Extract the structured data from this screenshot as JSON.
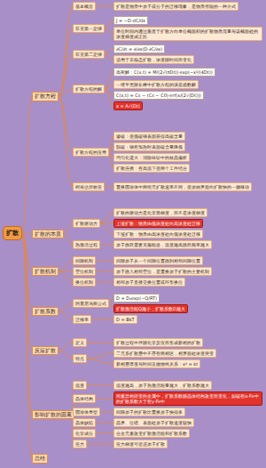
{
  "diagram": {
    "nodes": [
      {
        "text": [
          "扩散"
        ]
      },
      {
        "text": [
          "扩散方程"
        ]
      },
      {
        "text": [
          "基本概念"
        ]
      },
      {
        "text": [
          "扩散是物质中原子或分子的迁移现象，是物质传输的一种方式"
        ]
      },
      {
        "text": [
          "菲克第一定律"
        ]
      },
      {
        "text": [
          "J = −D·dC/dx"
        ]
      },
      {
        "text": [
          "单位时间内通过垂直于扩散方向单位截面积的扩散物质流量与该截面处的浓度梯度成正比"
        ]
      },
      {
        "text": [
          "菲克第二定律"
        ]
      },
      {
        "text": [
          "∂C/∂t = ∂/∂x(D·∂C/∂x)"
        ]
      },
      {
        "text": [
          "适用于非稳态扩散，浓度随时间而变化"
        ]
      },
      {
        "text": [
          "扩散方程的解"
        ]
      },
      {
        "text": [
          "高斯解：C(x,t) = M/(2√(πDt))·exp(−x²/(4Dt))"
        ]
      },
      {
        "text": [
          "一维半无限长棒中扩散方程的误差函数解"
        ]
      },
      {
        "text": [
          "C(x,t) = Cs − (Cs − C0)·erf(x/(2√(Dt)))"
        ]
      },
      {
        "text": [
          "x = A√(Dt)"
        ]
      },
      {
        "text": [
          "扩散方程的应用"
        ]
      },
      {
        "text": [
          "渗碳：使低碳钢表面获得高碳含量"
        ]
      },
      {
        "text": [
          "脱碳：钢在加热时表面碳含量降低"
        ]
      },
      {
        "text": [
          "均匀化退火：消除铸锭中的枝晶偏析"
        ]
      },
      {
        "text": [
          "扩散连接：在高温下使两个工件结合"
        ]
      },
      {
        "text": [
          "柯肯达尔效应"
        ]
      },
      {
        "text": [
          "置换固溶体中两组元扩散速率不同，使原始界面向扩散快的一侧移动"
        ]
      },
      {
        "text": [
          "扩散的本质"
        ]
      },
      {
        "text": [
          "扩散驱动力"
        ]
      },
      {
        "text": [
          "扩散的驱动力是化学势梯度，而不是浓度梯度"
        ]
      },
      {
        "text": [
          "上坡扩散：物质由低浓度处向高浓度处迁移"
        ]
      },
      {
        "text": [
          "下坡扩散：物质由高浓度处向低浓度处迁移"
        ]
      },
      {
        "text": [
          "热激活过程"
        ]
      },
      {
        "text": [
          "原子跳跃需要克服能垒，温度越高跳跃频率越大"
        ]
      },
      {
        "text": [
          "扩散机制"
        ]
      },
      {
        "text": [
          "间隙机制"
        ]
      },
      {
        "text": [
          "间隙原子从一个间隙位置跳到相邻间隙位置"
        ]
      },
      {
        "text": [
          "空位机制"
        ]
      },
      {
        "text": [
          "原子跳入相邻空位，是置换原子扩散的主要机制"
        ]
      },
      {
        "text": [
          "换位机制"
        ]
      },
      {
        "text": [
          "相邻原子直接交换位置或环形换位"
        ]
      },
      {
        "text": [
          "扩散系数"
        ]
      },
      {
        "text": [
          "阿累尼乌斯公式"
        ]
      },
      {
        "text": [
          "D = D₀exp(−Q/RT)"
        ]
      },
      {
        "text": [
          "扩散激活能Q越小，扩散系数D越大"
        ]
      },
      {
        "text": [
          "迁移率"
        ]
      },
      {
        "text": [
          "D = BkT"
        ]
      },
      {
        "text": [
          "反应扩散"
        ]
      },
      {
        "text": [
          "定义"
        ]
      },
      {
        "text": [
          "扩散过程中伴随化学反应而形成新相的扩散"
        ]
      },
      {
        "text": [
          "特点"
        ]
      },
      {
        "text": [
          "二元系扩散层中不存在两相区，相界面处浓度突变"
        ]
      },
      {
        "text": [
          "新相层厚度与时间呈抛物线关系：x² = kt"
        ]
      },
      {
        "text": [
          "影响扩散的因素"
        ]
      },
      {
        "text": [
          "温度"
        ]
      },
      {
        "text": [
          "温度越高，原子热激活能量越大，扩散系数越大"
        ]
      },
      {
        "text": [
          "晶体结构"
        ]
      },
      {
        "text": [
          "同素异构转变的金属中，扩散系数随晶体结构改变而变化，如碳在α-Fe中的扩散系数大于在γ-Fe中"
        ]
      },
      {
        "text": [
          "固溶体类型"
        ]
      },
      {
        "text": [
          "间隙原子的扩散比置换原子快得多"
        ]
      },
      {
        "text": [
          "晶体缺陷"
        ]
      },
      {
        "text": [
          "晶界、位错、表面处原子扩散速度较快"
        ]
      },
      {
        "text": [
          "化学成分"
        ]
      },
      {
        "text": [
          "合金元素改变扩散激活能和扩散系数"
        ]
      },
      {
        "text": [
          "应力"
        ]
      },
      {
        "text": [
          "应力梯度可促进原子扩散"
        ]
      },
      {
        "text": [
          "总结"
        ]
      }
    ],
    "edges": [
      {
        "from": 0,
        "to": 1,
        "arrow": "none"
      },
      {
        "from": 1,
        "to": 2,
        "arrow": "none"
      },
      {
        "from": 2,
        "to": 3,
        "arrow": "none"
      },
      {
        "from": 1,
        "to": 4,
        "arrow": "none"
      },
      {
        "from": 4,
        "to": 5,
        "arrow": "none"
      },
      {
        "from": 4,
        "to": 6,
        "arrow": "none"
      },
      {
        "from": 1,
        "to": 7,
        "arrow": "none"
      },
      {
        "from": 7,
        "to": 8,
        "arrow": "none"
      },
      {
        "from": 7,
        "to": 9,
        "arrow": "none"
      },
      {
        "from": 1,
        "to": 10,
        "arrow": "none"
      },
      {
        "from": 10,
        "to": 11,
        "arrow": "none"
      },
      {
        "from": 10,
        "to": 12,
        "arrow": "none"
      },
      {
        "from": 10,
        "to": 13,
        "arrow": "none"
      },
      {
        "from": 10,
        "to": 14,
        "arrow": "none"
      },
      {
        "from": 1,
        "to": 15,
        "arrow": "none"
      },
      {
        "from": 15,
        "to": 16,
        "arrow": "none"
      },
      {
        "from": 15,
        "to": 17,
        "arrow": "none"
      },
      {
        "from": 15,
        "to": 18,
        "arrow": "none"
      },
      {
        "from": 15,
        "to": 19,
        "arrow": "none"
      },
      {
        "from": 1,
        "to": 20,
        "arrow": "none"
      },
      {
        "from": 20,
        "to": 21,
        "arrow": "none"
      },
      {
        "from": 0,
        "to": 22,
        "arrow": "none"
      },
      {
        "from": 22,
        "to": 23,
        "arrow": "none"
      },
      {
        "from": 23,
        "to": 24,
        "arrow": "none"
      },
      {
        "from": 23,
        "to": 25,
        "arrow": "none"
      },
      {
        "from": 23,
        "to": 26,
        "arrow": "none"
      },
      {
        "from": 22,
        "to": 27,
        "arrow": "none"
      },
      {
        "from": 27,
        "to": 28,
        "arrow": "none"
      },
      {
        "from": 0,
        "to": 29,
        "arrow": "none"
      },
      {
        "from": 29,
        "to": 30,
        "arrow": "none"
      },
      {
        "from": 30,
        "to": 31,
        "arrow": "none"
      },
      {
        "from": 29,
        "to": 32,
        "arrow": "none"
      },
      {
        "from": 32,
        "to": 33,
        "arrow": "none"
      },
      {
        "from": 29,
        "to": 34,
        "arrow": "none"
      },
      {
        "from": 34,
        "to": 35,
        "arrow": "none"
      },
      {
        "from": 0,
        "to": 36,
        "arrow": "none"
      },
      {
        "from": 36,
        "to": 37,
        "arrow": "none"
      },
      {
        "from": 37,
        "to": 38,
        "arrow": "none"
      },
      {
        "from": 37,
        "to": 39,
        "arrow": "none"
      },
      {
        "from": 36,
        "to": 40,
        "arrow": "none"
      },
      {
        "from": 40,
        "to": 41,
        "arrow": "none"
      },
      {
        "from": 0,
        "to": 42,
        "arrow": "none"
      },
      {
        "from": 42,
        "to": 43,
        "arrow": "none"
      },
      {
        "from": 43,
        "to": 44,
        "arrow": "none"
      },
      {
        "from": 42,
        "to": 45,
        "arrow": "none"
      },
      {
        "from": 45,
        "to": 46,
        "arrow": "none"
      },
      {
        "from": 45,
        "to": 47,
        "arrow": "none"
      },
      {
        "from": 0,
        "to": 48,
        "arrow": "none"
      },
      {
        "from": 48,
        "to": 49,
        "arrow": "none"
      },
      {
        "from": 49,
        "to": 50,
        "arrow": "none"
      },
      {
        "from": 48,
        "to": 51,
        "arrow": "none"
      },
      {
        "from": 51,
        "to": 52,
        "arrow": "none"
      },
      {
        "from": 48,
        "to": 53,
        "arrow": "none"
      },
      {
        "from": 53,
        "to": 54,
        "arrow": "none"
      },
      {
        "from": 48,
        "to": 55,
        "arrow": "none"
      },
      {
        "from": 55,
        "to": 56,
        "arrow": "none"
      },
      {
        "from": 48,
        "to": 57,
        "arrow": "none"
      },
      {
        "from": 57,
        "to": 58,
        "arrow": "none"
      },
      {
        "from": 48,
        "to": 59,
        "arrow": "none"
      },
      {
        "from": 59,
        "to": 60,
        "arrow": "none"
      },
      {
        "from": 0,
        "to": 61,
        "arrow": "none"
      }
    ]
  }
}
